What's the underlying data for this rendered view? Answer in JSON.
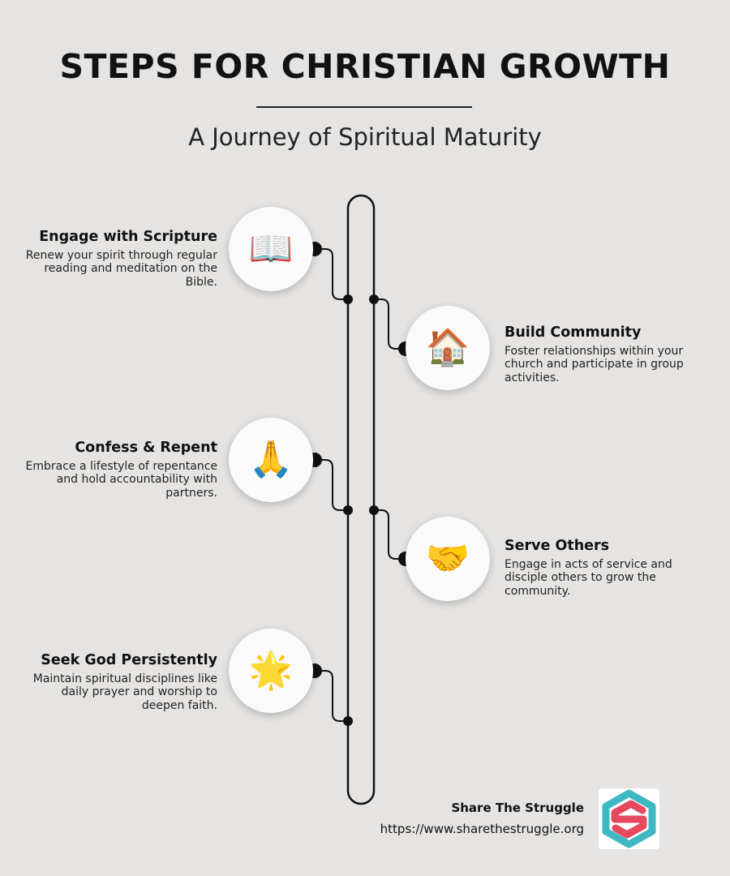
{
  "header": {
    "title": "STEPS FOR CHRISTIAN GROWTH",
    "subtitle": "A Journey of Spiritual Maturity"
  },
  "steps": [
    {
      "title": "Engage with Scripture",
      "description": "Renew your spirit through regular reading and meditation on the Bible.",
      "icon": "📖",
      "icon_name": "open-book-icon",
      "side": "left"
    },
    {
      "title": "Build Community",
      "description": "Foster relationships within your church and participate in group activities.",
      "icon": "🏠",
      "icon_name": "house-icon",
      "side": "right"
    },
    {
      "title": "Confess & Repent",
      "description": "Embrace a lifestyle of repentance and hold accountability with partners.",
      "icon": "🙏",
      "icon_name": "praying-hands-icon",
      "side": "left"
    },
    {
      "title": "Serve Others",
      "description": "Engage in acts of service and disciple others to grow the community.",
      "icon": "🤝",
      "icon_name": "handshake-icon",
      "side": "right"
    },
    {
      "title": "Seek God Persistently",
      "description": "Maintain spiritual disciplines like daily prayer and worship to deepen faith.",
      "icon": "🌟",
      "icon_name": "glowing-star-icon",
      "side": "left"
    }
  ],
  "footer": {
    "name": "Share The Struggle",
    "url": "https://www.sharethestruggle.org"
  },
  "colors": {
    "background": "#e6e4e2",
    "text": "#111111",
    "logo_teal": "#3fb8c4",
    "logo_red": "#e6485e"
  }
}
